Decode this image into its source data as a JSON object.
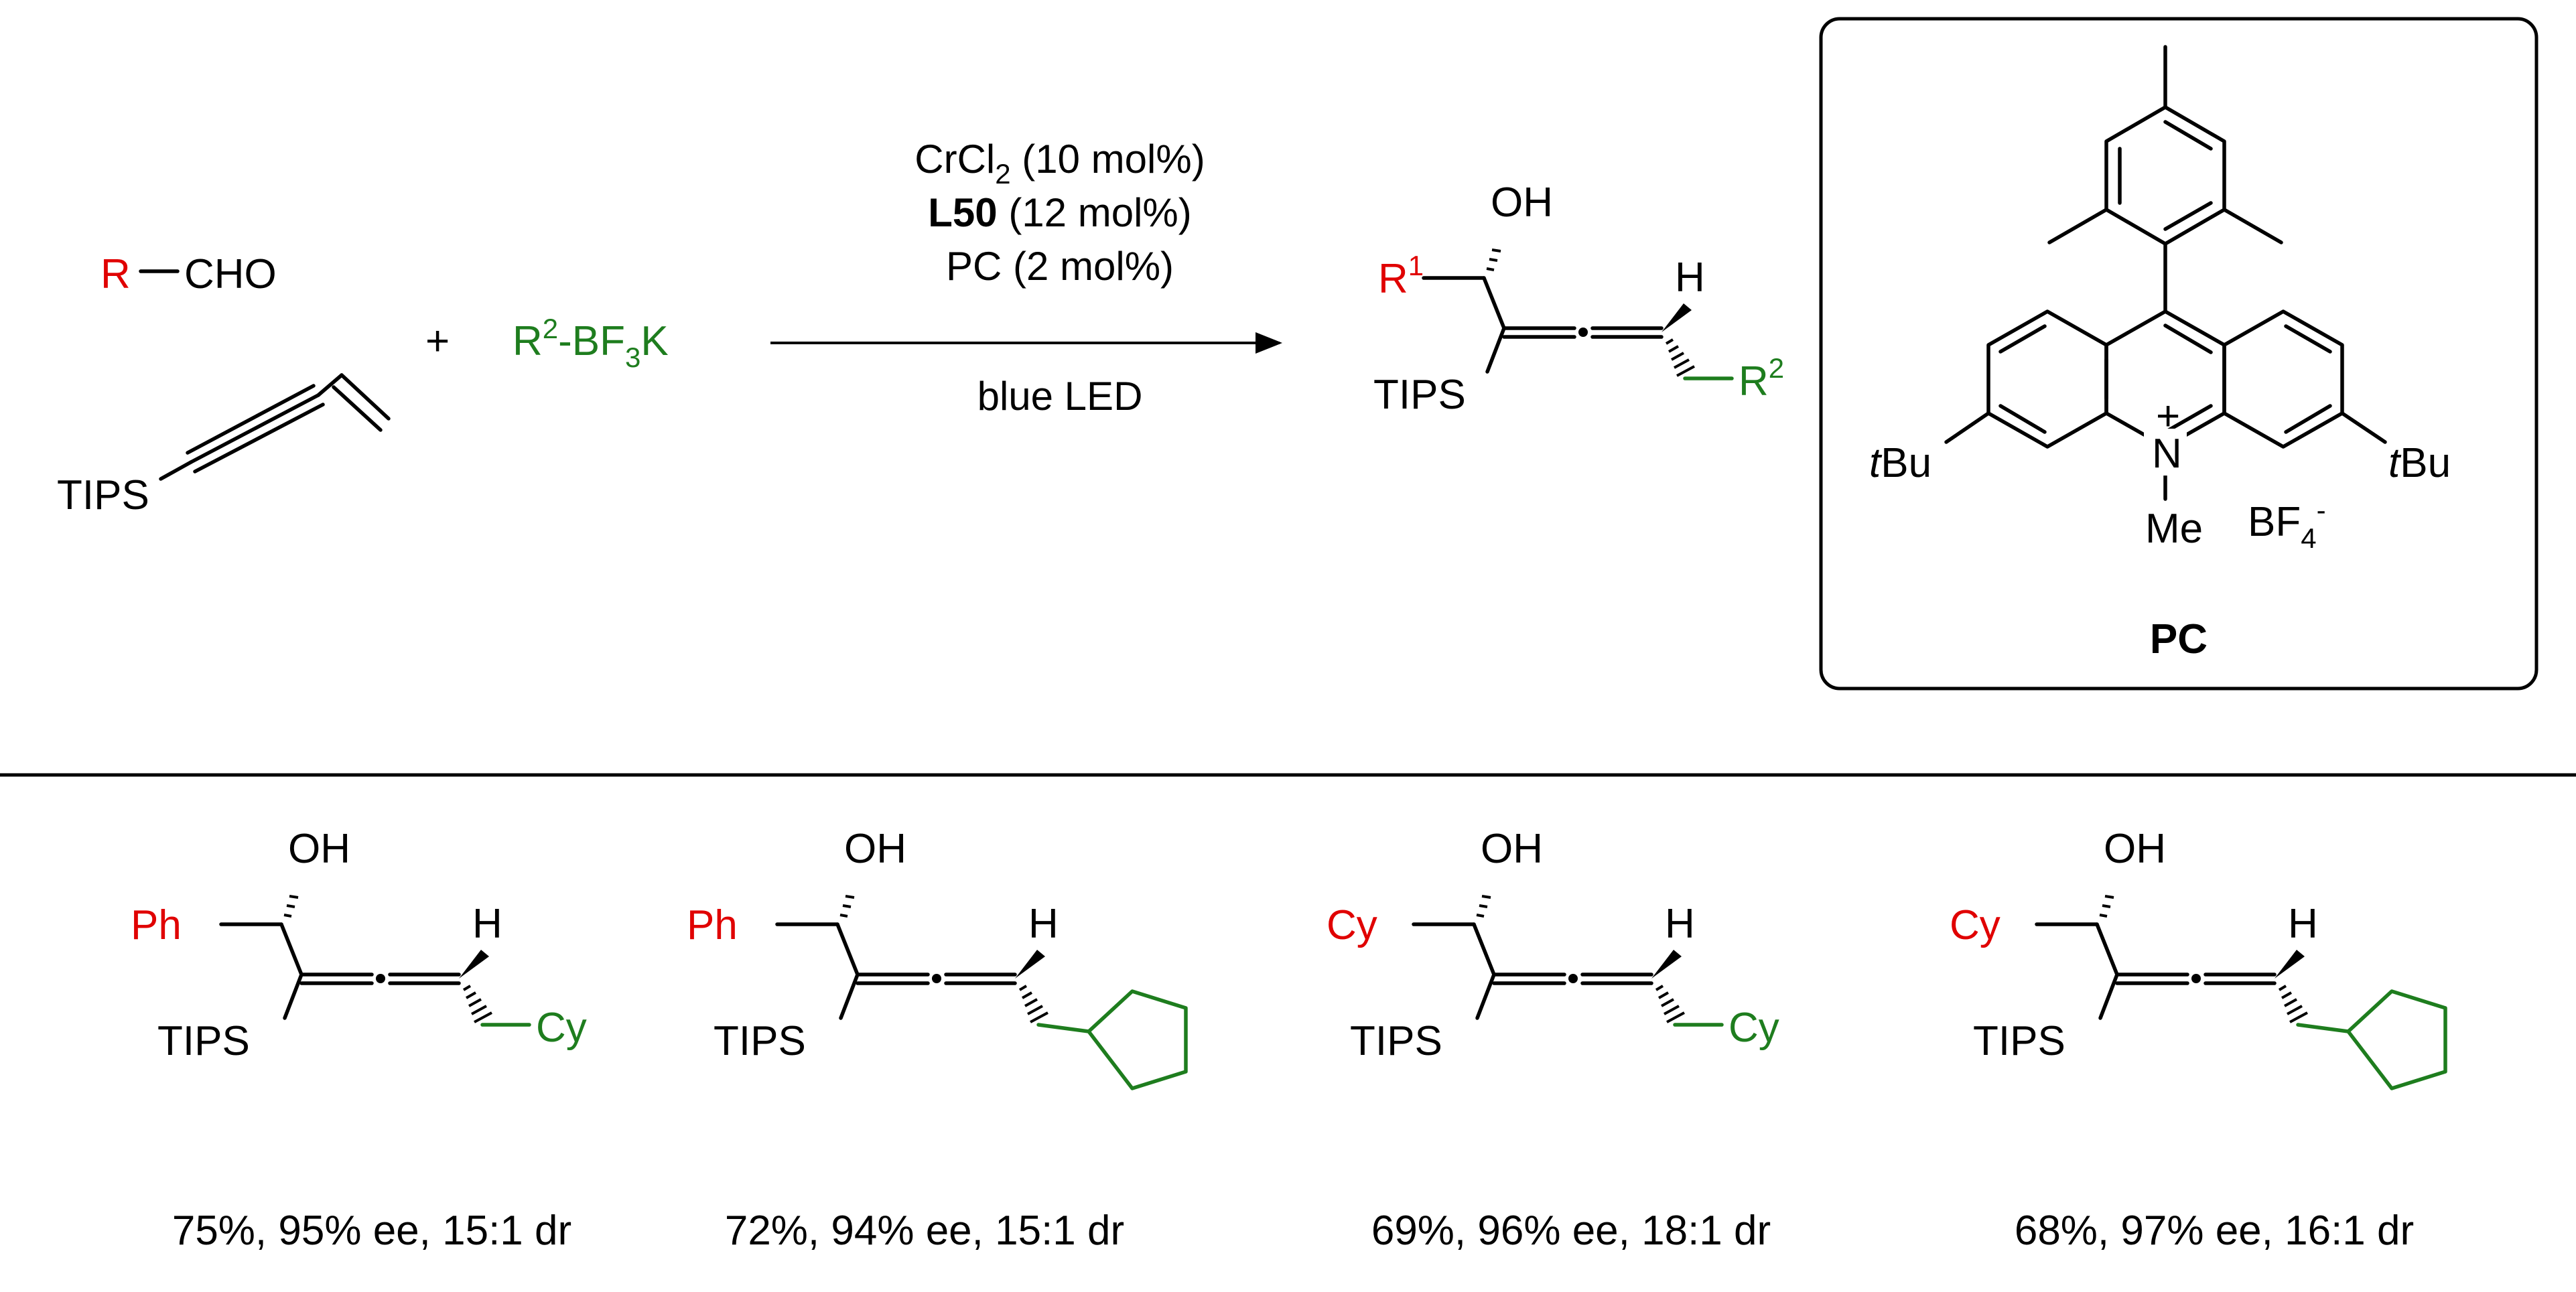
{
  "reactants": {
    "aldehyde_r": "R",
    "aldehyde_cho": "CHO",
    "plus": "+",
    "enyne_tips": "TIPS",
    "borate_r": "R",
    "borate_sup": "2",
    "borate_rest": "-BF",
    "borate_sub": "3",
    "borate_k": "K"
  },
  "conditions": {
    "line1_a": "CrCl",
    "line1_sub": "2",
    "line1_b": " (10 mol%)",
    "line2_bold": "L50",
    "line2_rest": " (12 mol%)",
    "line3": "PC (2 mol%)",
    "line4": "blue LED"
  },
  "product": {
    "oh": "OH",
    "r1": "R",
    "r1_sup": "1",
    "h": "H",
    "tips": "TIPS",
    "r2": "R",
    "r2_sup": "2"
  },
  "catalyst": {
    "tbu_t": "t",
    "tbu_rest": "Bu",
    "nplus_charge": "+",
    "n": "N",
    "me": "Me",
    "bf": "BF",
    "bf_sub": "4",
    "bf_charge": "-",
    "label": "PC"
  },
  "examples": [
    {
      "r1": "Ph",
      "r2": "Cy",
      "oh": "OH",
      "h": "H",
      "tips": "TIPS",
      "result": "75%, 95% ee, 15:1 dr"
    },
    {
      "r1": "Ph",
      "r2": "",
      "oh": "OH",
      "h": "H",
      "tips": "TIPS",
      "result": "72%, 94% ee, 15:1 dr"
    },
    {
      "r1": "Cy",
      "r2": "Cy",
      "oh": "OH",
      "h": "H",
      "tips": "TIPS",
      "result": "69%, 96% ee, 18:1 dr"
    },
    {
      "r1": "Cy",
      "r2": "",
      "oh": "OH",
      "h": "H",
      "tips": "TIPS",
      "result": "68%, 97% ee, 16:1 dr"
    }
  ]
}
